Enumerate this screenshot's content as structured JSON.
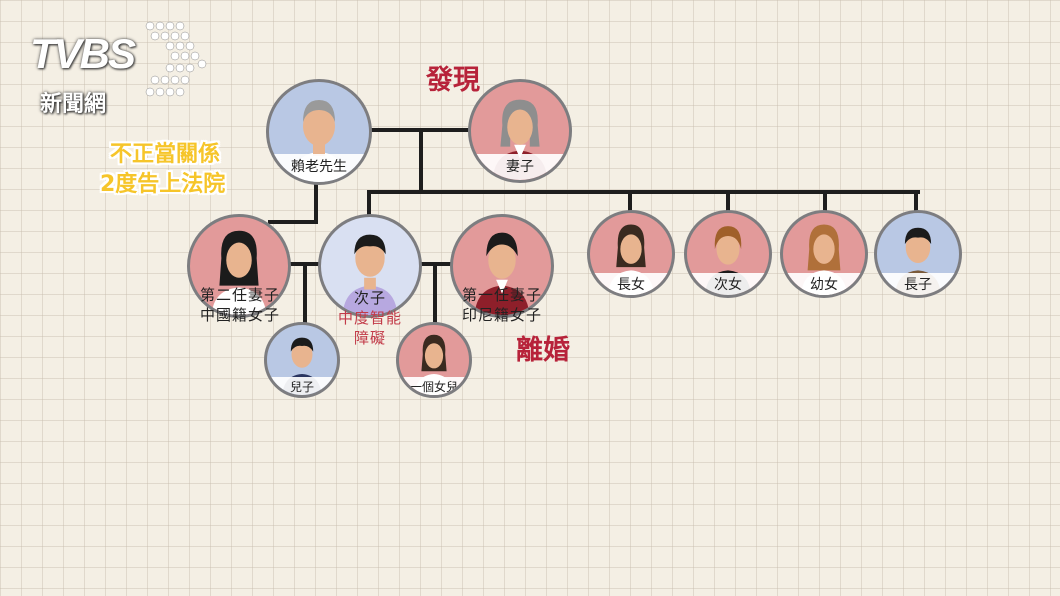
{
  "logo": {
    "brand": "TVBS",
    "sub": "新聞網"
  },
  "annotations": {
    "discovered": "發現",
    "improper_line1": "不正當關係",
    "improper_line2": "2度告上法院",
    "divorce": "離婚"
  },
  "people": {
    "lai": "賴老先生",
    "wife": "妻子",
    "second_wife_line1": "第二任妻子",
    "second_wife_line2": "中國籍女子",
    "second_son_line1": "次子",
    "second_son_line2": "中度智能",
    "second_son_line3": "障礙",
    "first_wife_line1": "第一任妻子",
    "first_wife_line2": "印尼籍女子",
    "son_child": "兒子",
    "daughter_child": "一個女兒",
    "eldest_daughter": "長女",
    "second_daughter": "次女",
    "youngest_daughter": "幼女",
    "eldest_son": "長子"
  },
  "colors": {
    "male_bg": "#b9c8e4",
    "female_bg": "#e29a9a",
    "annotation_red": "#b7233a",
    "annotation_yellow": "#f6c52a"
  }
}
